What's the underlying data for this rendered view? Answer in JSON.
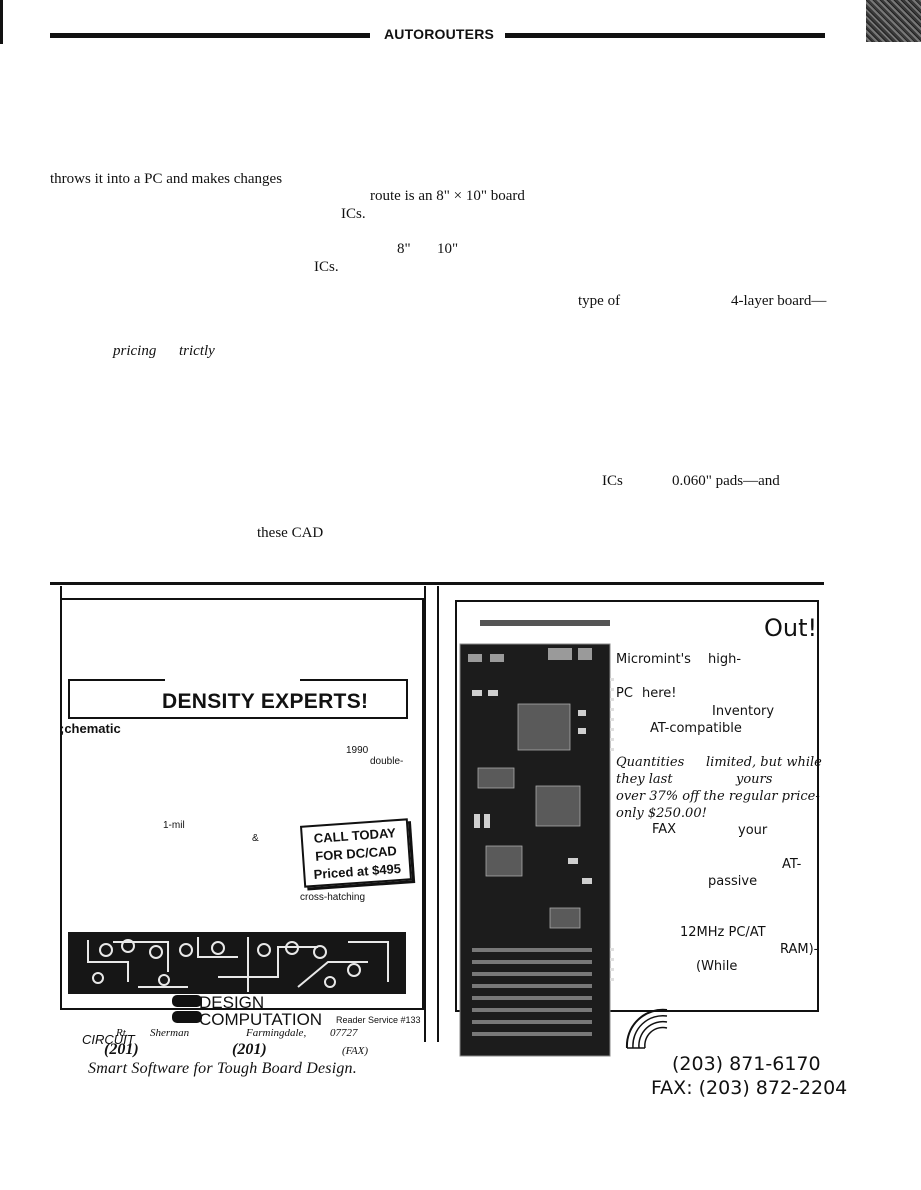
{
  "header": {
    "title": "AUTOROUTERS"
  },
  "body_fragments": [
    "throws it into a PC and makes changes",
    "route is an 8\" × 10\" board",
    "ICs.",
    "8\"",
    "10\"",
    "ICs.",
    "type of",
    "4-layer board—",
    "pricing",
    "trictly",
    "ICs",
    "0.060\" pads—and",
    "these CAD"
  ],
  "left_ad": {
    "headline": "DENSITY EXPERTS!",
    "schematic": ";chematic",
    "year": "1990",
    "double": "double-",
    "mil": "1-mil",
    "amp": "&",
    "cross": "cross-hatching",
    "call_box": [
      "CALL TODAY",
      "FOR DC/CAD",
      "Priced at $495"
    ],
    "logo": [
      "DESIGN",
      "COMPUTATION"
    ],
    "address": [
      "Rt.",
      "Sherman",
      "Farmingdale,",
      "07727"
    ],
    "phones": [
      "(201)",
      "(201)",
      "(FAX)"
    ],
    "slogan": "Smart Software for Tough Board Design."
  },
  "right_ad": {
    "out": "Out!",
    "lines": [
      "Micromint's",
      "high-",
      "PC",
      "here!",
      "Inventory",
      "AT-compatible"
    ],
    "italic_lines": [
      "Quantities",
      "limited, but while",
      "they last",
      "yours",
      "over 37% off the regular price-",
      "only $250.00!"
    ],
    "fax_lines": [
      "FAX",
      "your",
      "AT-",
      "passive",
      "12MHz PC/AT",
      "RAM)-",
      "(While"
    ],
    "phone": "(203) 871-6170",
    "fax": "FAX: (203) 872-2204"
  },
  "footer": {
    "reader_service": "Reader Service #133",
    "circuit": "CIRCUIT"
  },
  "colors": {
    "ink": "#111111",
    "paper": "#ffffff"
  }
}
